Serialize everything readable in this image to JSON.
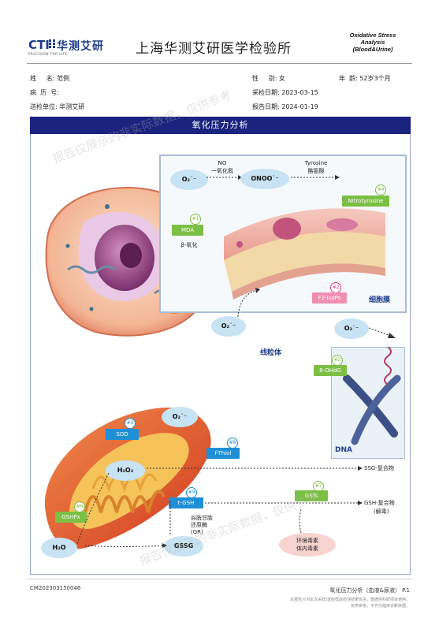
{
  "header": {
    "logo_text": "CTI",
    "logo_cn": "华测艾研",
    "logo_tagline": "PRECISION FOR LIFE",
    "lab_name": "上海华测艾研医学检验所",
    "report_type_lines": [
      "Oxidative Stress",
      "Analysis",
      "(Blood&Urine)"
    ]
  },
  "patient": {
    "name_label": "姓     名:",
    "name": "范例",
    "history_label": "病  历  号:",
    "history": "",
    "unit_label": "送检单位:",
    "unit": "华测艾研",
    "sex_label": "性     别:",
    "sex": "女",
    "age_label": "年  龄:",
    "age": "52岁3个月",
    "collect_label": "采检日期:",
    "collect_date": "2023-03-15",
    "report_label": "报告日期:",
    "report_date": "2024-01-19"
  },
  "section": {
    "title": "氧化压力分析"
  },
  "diagram": {
    "o2": "O₂˙⁻",
    "no": "NO",
    "no_cn": "一氧化氮",
    "onoo": "ONOO˙⁻",
    "tyrosine": "Tyrosine",
    "tyrosine_cn": "酪氨酸",
    "nitrotyrosine": "Nitrotyrosine",
    "num4": "#4",
    "num1": "#1",
    "mda": "MDA",
    "beta_ox": "β-氧化",
    "num2": "#2",
    "f2": "F2-IsoPs",
    "membrane": "细胞膜",
    "mito": "线粒体",
    "num3": "#3",
    "ohdg": "8-OHdG",
    "dna": "DNA",
    "num5": "#5",
    "sod": "SOD",
    "num8": "#8",
    "fthiol": "f-Thiol",
    "h2o2": "H₂O₂",
    "ssg": "SSG-复合物",
    "num9": "#9",
    "tgsh": "t-GSH",
    "num7": "#7",
    "gsts": "GSTs",
    "gsh_complex": "GSH-复合物",
    "detox": "(解毒)",
    "num6": "#6",
    "gshpx": "GSHPx",
    "gr_lines": [
      "谷胱甘肽",
      "还原酶",
      "(GR)"
    ],
    "h2o": "H₂O",
    "gssg": "GSSG",
    "toxins_lines": [
      "环境毒素",
      "体内毒素"
    ]
  },
  "footer": {
    "code": "CM202303150046",
    "page_label": "氧化压力分析（血液&尿液） P.1",
    "disclaimer_1": "本报告只对本次采样/送检样品检测结果负责，数据供科研项目使用，",
    "disclaimer_2": "仅供参考，不作为临床诊断依据。"
  },
  "watermark": "报告仅展示的非实际数据，仅供参考",
  "colors": {
    "navy": "#1a237e",
    "green_tag": "#7cbf45",
    "blue_tag": "#1f8fd6",
    "pink_tag": "#f08fb0"
  }
}
